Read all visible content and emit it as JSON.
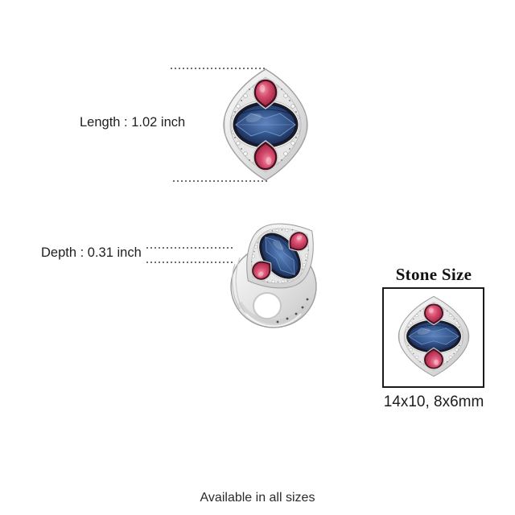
{
  "measurements": {
    "length_label": "Length : 1.02 inch",
    "depth_label": "Depth : 0.31 inch"
  },
  "stone_size": {
    "title": "Stone Size",
    "dimensions_label": "14x10, 8x6mm"
  },
  "footer": {
    "availability_label": "Available in all sizes"
  },
  "images": {
    "ring_top_view": "ring-face-top-view-photo",
    "ring_side_view": "ring-three-quarter-view-photo",
    "ring_stone_view": "ring-stone-size-photo"
  },
  "colors": {
    "background": "#ffffff",
    "text": "#1f1f1f",
    "measure_line": "#6f6f6f",
    "box_border": "#1a1a1a",
    "gem_blue": "#2f5186",
    "gem_red": "#d24a68",
    "metal_silver": "#d9d9d9"
  }
}
